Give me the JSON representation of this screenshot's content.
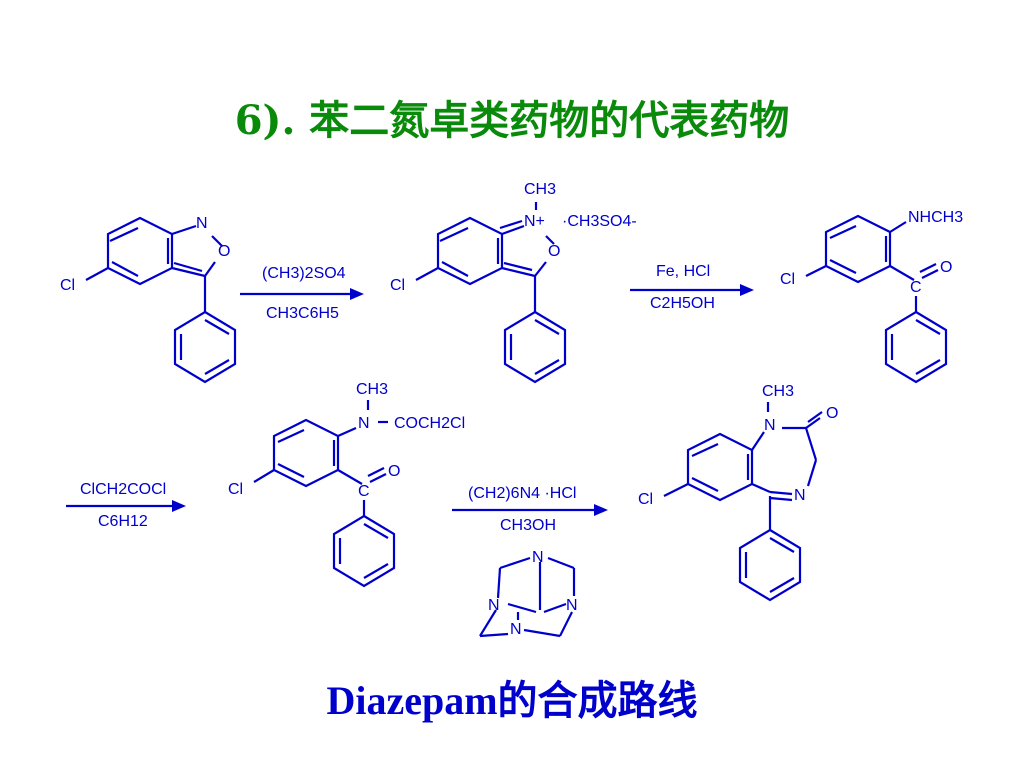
{
  "title": "6). 苯二氮卓类药物的代表药物",
  "caption": "Diazepam的合成路线",
  "colors": {
    "title": "#0a8a0a",
    "scheme": "#0000cc"
  },
  "atoms": {
    "cl": "Cl",
    "n": "N",
    "o": "O",
    "c": "C",
    "ch3": "CH3",
    "n_plus": "N+",
    "counter_ion": "·CH3SO4-",
    "nhch3": "NHCH3",
    "coch2cl": "COCH2Cl"
  },
  "steps": [
    {
      "above": "(CH3)2SO4",
      "below": "CH3C6H5"
    },
    {
      "above": "Fe, HCl",
      "below": "C2H5OH"
    },
    {
      "above": "ClCH2COCl",
      "below": "C6H12"
    },
    {
      "above": "(CH2)6N4 ·HCl",
      "below": "CH3OH"
    }
  ]
}
